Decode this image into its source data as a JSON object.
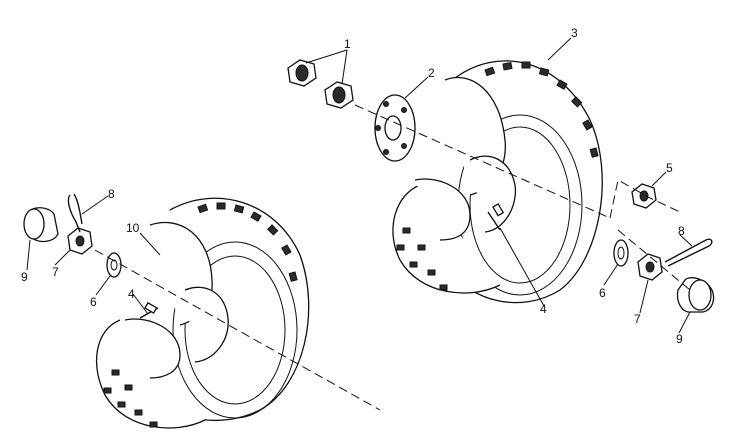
{
  "callouts": [
    {
      "id": "c1",
      "text": "1"
    },
    {
      "id": "c2",
      "text": "2"
    },
    {
      "id": "c3",
      "text": "3"
    },
    {
      "id": "c4r",
      "text": "4"
    },
    {
      "id": "c5",
      "text": "5"
    },
    {
      "id": "c6r",
      "text": "6"
    },
    {
      "id": "c7r",
      "text": "7"
    },
    {
      "id": "c8r",
      "text": "8"
    },
    {
      "id": "c9r",
      "text": "9"
    },
    {
      "id": "c10",
      "text": "10"
    },
    {
      "id": "c4l",
      "text": "4"
    },
    {
      "id": "c6l",
      "text": "6"
    },
    {
      "id": "c7l",
      "text": "7"
    },
    {
      "id": "c8l",
      "text": "8"
    },
    {
      "id": "c9l",
      "text": "9"
    }
  ]
}
